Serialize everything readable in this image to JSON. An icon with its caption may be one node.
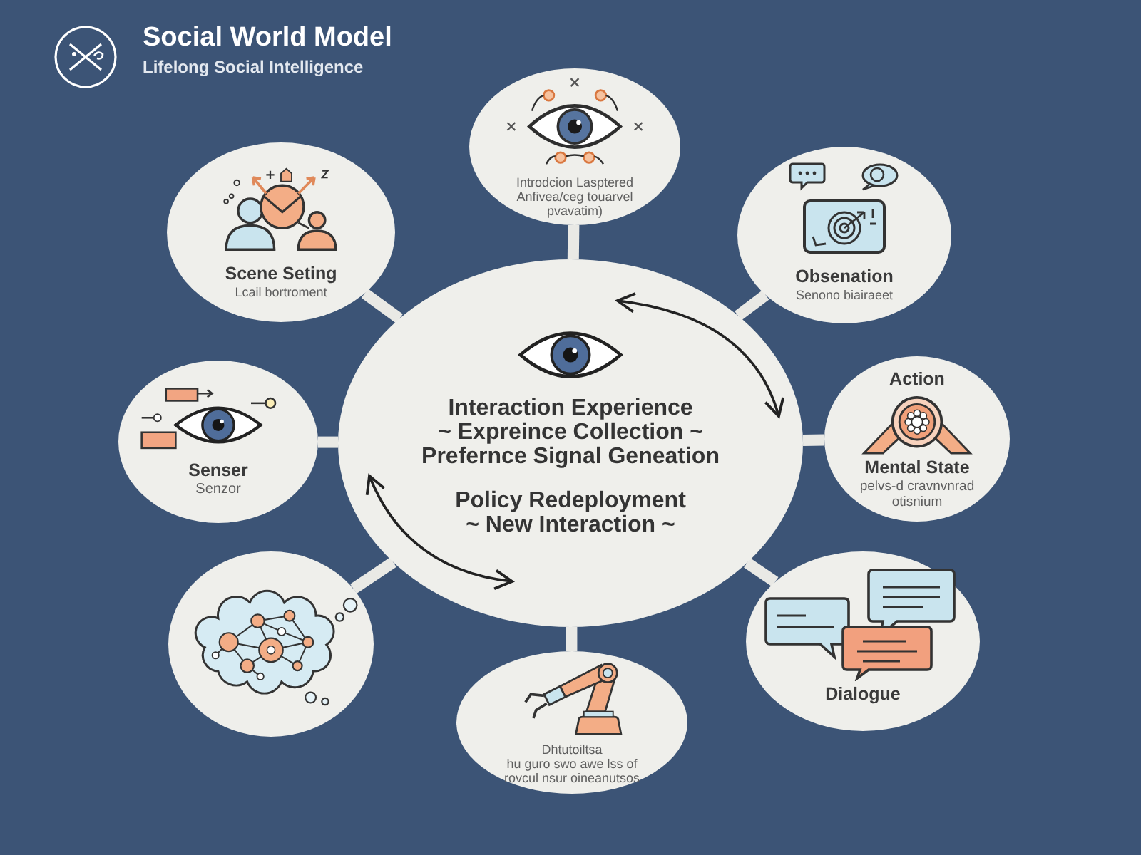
{
  "diagram": {
    "title": "Social World Model",
    "nodes": [
      {
        "text": [
          "Introdcion Lasptered Anfivea/ceg touarvel pvavatim)"
        ]
      },
      {
        "text": [
          "Scene Seting",
          "Lcail bortroment"
        ]
      },
      {
        "text": [
          "Obsenation",
          "Senono biairaeet"
        ]
      },
      {
        "text": [
          "Interaction Experience",
          "~ Expreince Collection ~",
          "Prefernce Signal Geneation",
          "Policy Redeployment",
          "~ New Interaction ~"
        ]
      },
      {
        "text": [
          "Senser",
          "Senzor"
        ]
      },
      {
        "text": [
          "Action",
          "Mental State",
          "pelvs-d cravnvnrad otisnium"
        ]
      },
      {
        "text": [],
        "shape": "circle"
      },
      {
        "text": [
          "Dialogue"
        ]
      },
      {
        "text": [
          "Dhtutoiltsa",
          "hu guro swo awe lss of rovcul nsur oineanutsos"
        ]
      }
    ],
    "edges": [
      {
        "from": 3,
        "to": 0,
        "arrow": "none"
      },
      {
        "from": 3,
        "to": 1,
        "arrow": "none"
      },
      {
        "from": 3,
        "to": 2,
        "arrow": "none"
      },
      {
        "from": 3,
        "to": 4,
        "arrow": "none"
      },
      {
        "from": 3,
        "to": 5,
        "arrow": "none"
      },
      {
        "from": 3,
        "to": 6,
        "arrow": "none"
      },
      {
        "from": 3,
        "to": 7,
        "arrow": "none"
      },
      {
        "from": 3,
        "to": 8,
        "arrow": "none"
      }
    ],
    "labels": [
      "Lifelong Social Intelligence"
    ]
  }
}
